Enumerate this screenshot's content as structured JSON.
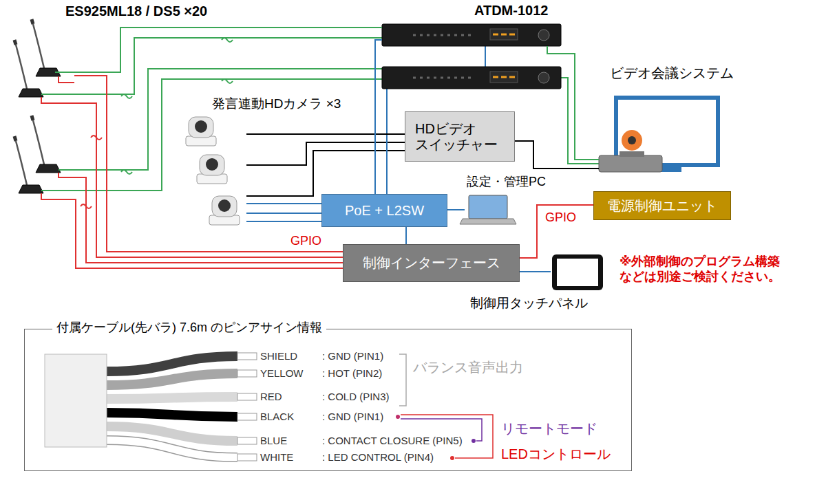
{
  "diagram": {
    "nodes": [
      {
        "text": [
          "ES925ML18 / DS5 ×20"
        ]
      },
      {
        "text": [
          "ATDM-1012"
        ]
      },
      {
        "text": [
          "発言連動HDカメラ ×3"
        ]
      },
      {
        "text": [
          "ビデオ会議システム"
        ]
      },
      {
        "text": [
          "HDビデオ スイッチャー"
        ]
      },
      {
        "text": [
          "設定・管理PC"
        ]
      },
      {
        "text": [
          "PoE + L2SW"
        ]
      },
      {
        "text": [
          "電源制御ユニット"
        ]
      },
      {
        "text": [
          "制御インターフェース"
        ]
      },
      {
        "text": [
          "制御用タッチパネル"
        ]
      },
      {
        "text": [
          "付属ケーブル(先バラ) 7.6m のピンアサイン情報"
        ]
      }
    ],
    "edges": [
      {
        "from": 0,
        "to": 1,
        "arrow": "none"
      },
      {
        "from": 1,
        "to": 3,
        "arrow": "none"
      },
      {
        "from": 2,
        "to": 4,
        "arrow": "none"
      },
      {
        "from": 4,
        "to": 3,
        "arrow": "none"
      },
      {
        "from": 2,
        "to": 6,
        "arrow": "none"
      },
      {
        "from": 1,
        "to": 6,
        "arrow": "none"
      },
      {
        "from": 5,
        "to": 6,
        "arrow": "none"
      },
      {
        "from": 6,
        "to": 8,
        "arrow": "none"
      },
      {
        "from": 0,
        "to": 8,
        "label": "GPIO",
        "arrow": "none"
      },
      {
        "from": 8,
        "to": 7,
        "label": "GPIO",
        "arrow": "none"
      },
      {
        "from": 8,
        "to": 9,
        "arrow": "none"
      }
    ],
    "labels": [
      "※外部制御のプログラム構築 などは別途ご検討ください。",
      "SHIELD",
      ": GND (PIN1)",
      "YELLOW",
      ": HOT (PIN2)",
      "RED",
      ": COLD (PIN3)",
      "BLACK",
      ": GND (PIN1)",
      "BLUE",
      ": CONTACT CLOSURE (PIN5)",
      "WHITE",
      ": LED CONTROL (PIN4)",
      "バランス音声出力",
      "リモートモード",
      "LEDコントロール"
    ]
  }
}
